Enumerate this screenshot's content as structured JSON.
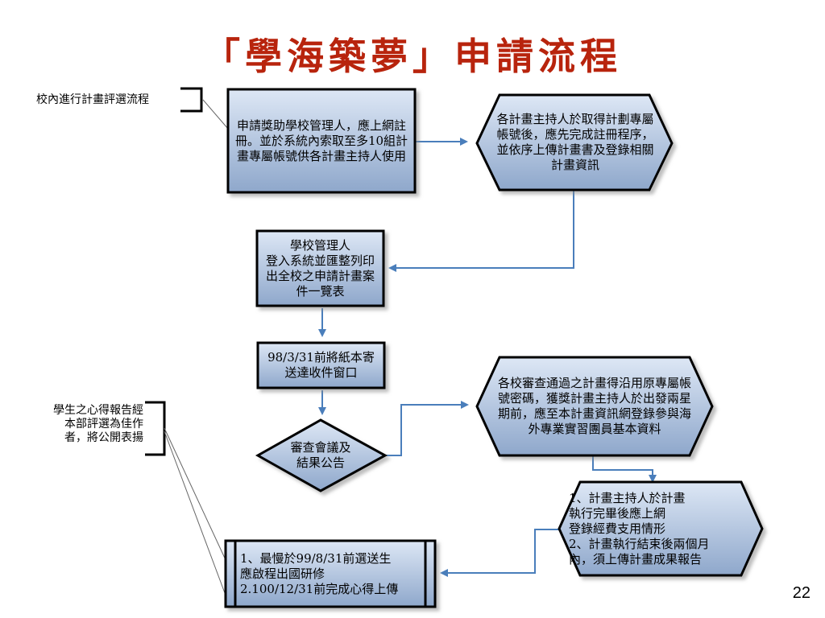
{
  "title": "「學海築夢」申請流程",
  "notes": {
    "school_review": "校內進行計畫評選流程",
    "student_report": "學生之心得報告經\n本部評選為佳作\n者，將公開表揚"
  },
  "nodes": {
    "register": "申請獎助學校管理人，應上網註冊。並於系統內索取至多10組計畫專屬帳號供各計畫主持人使用",
    "upload_plan": "各計畫主持人於取得計劃專屬帳號後，應先完成註冊程序，並依序上傳計畫書及登錄相關計畫資訊",
    "print_list": "學校管理人\n登入系統並匯整列印出全校之申請計畫案件一覽表",
    "mail_docs": "98/3/31前將紙本寄送達收件窗口",
    "review": "審查會議及\n結果公告",
    "login_members": "各校審查通過之計畫得沿用原專屬帳號密碼，獲獎計畫主持人於出發兩星期前，應至本計畫資訊網登錄參與海外專業實習團員基本資料",
    "post_report": "1、計畫主持人於計畫\n執行完畢後應上網\n登錄經費支用情形\n2、計畫執行結束後兩個月\n內，須上傳計畫成果報告",
    "student_submit": "1、最慢於99/8/31前選送生\n應啟程出國研修\n2.100/12/31前完成心得上傳"
  },
  "page_number": "22",
  "colors": {
    "title": "#b8240d",
    "box_fill_top": "#dbe6f4",
    "box_fill_bottom": "#8fa8cc",
    "arrow": "#4a7ebb",
    "border": "#000000"
  }
}
